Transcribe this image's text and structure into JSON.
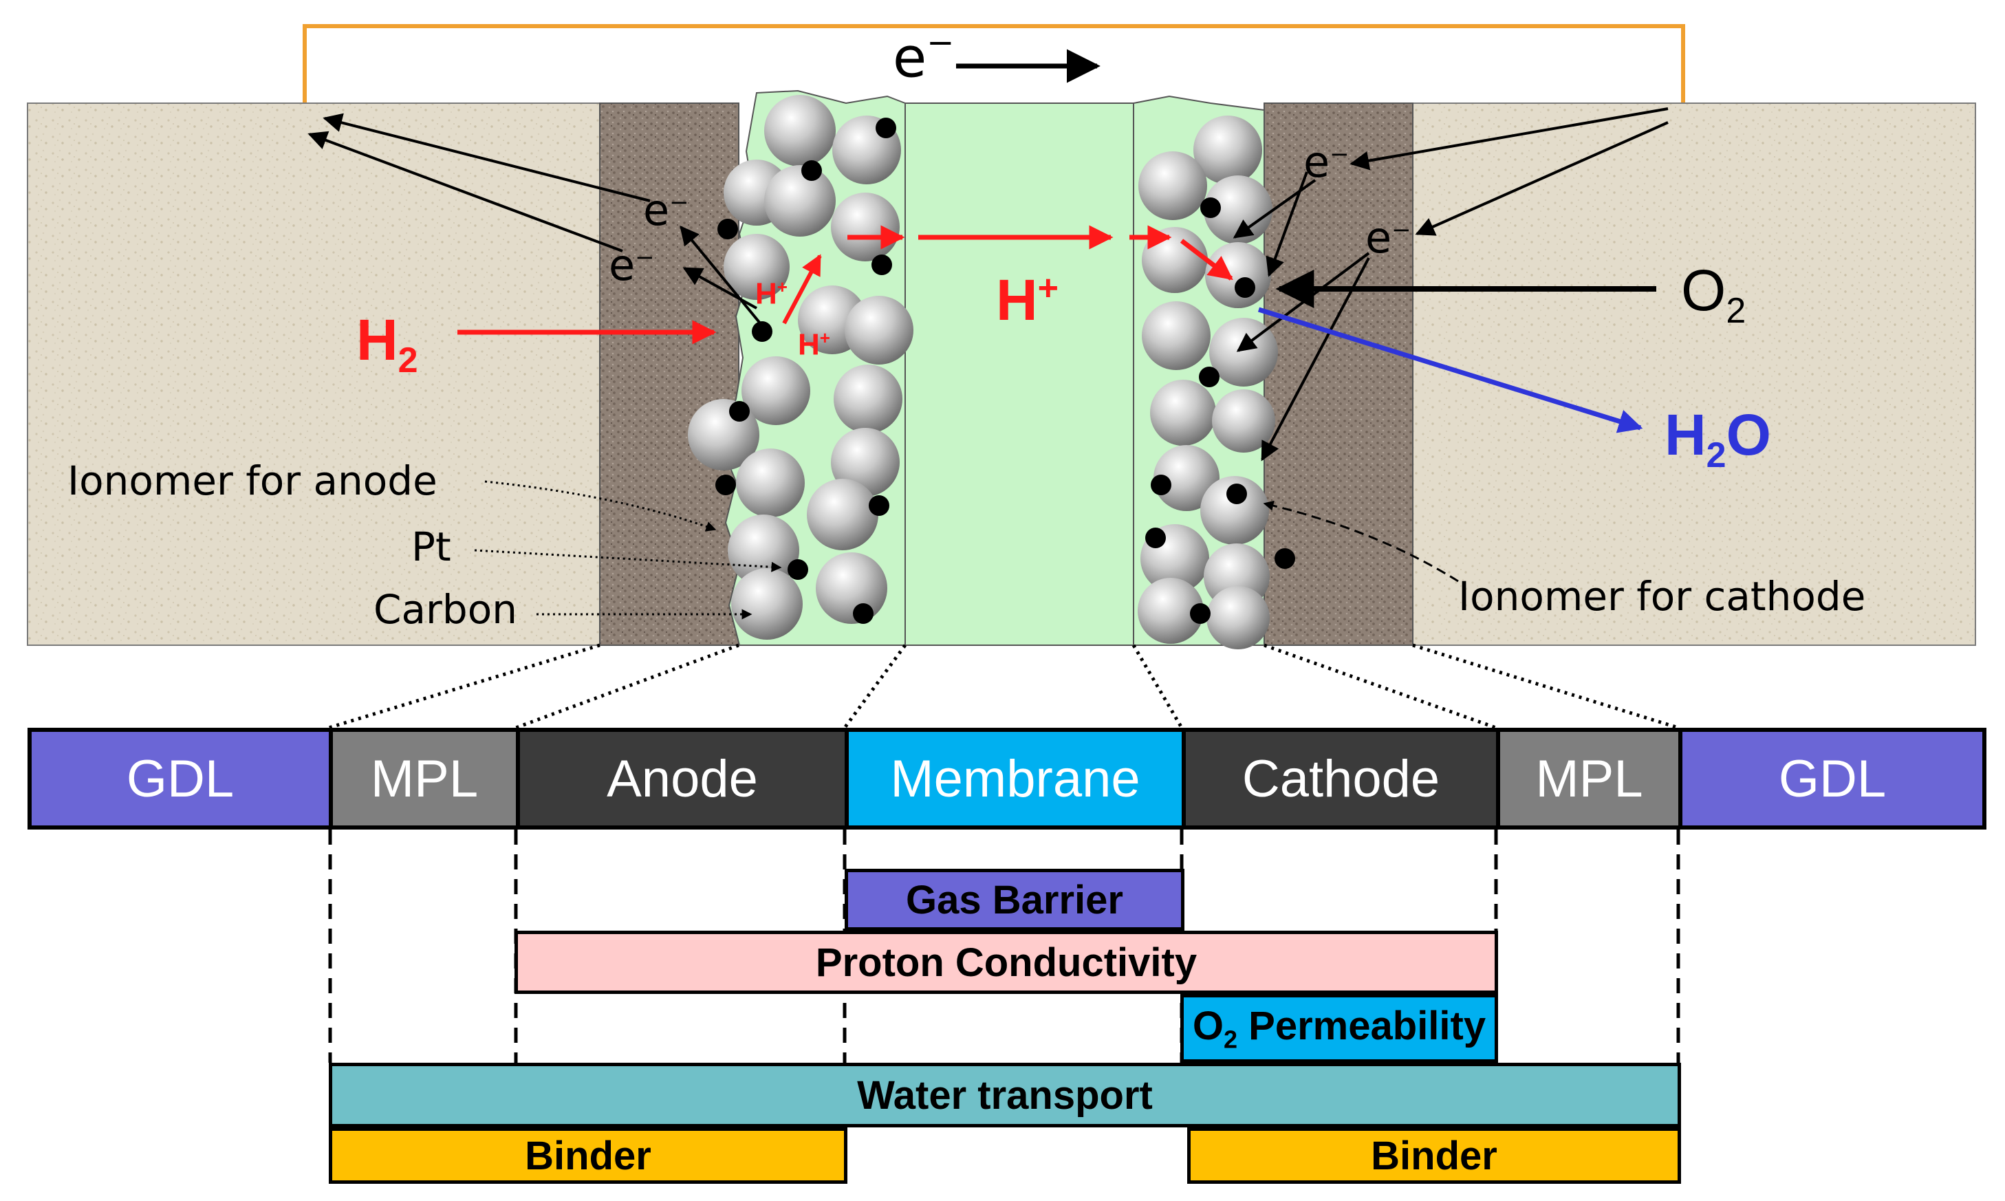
{
  "labels": {
    "electron": "e",
    "electron_sup": "−",
    "h2": "H",
    "h2_sub": "2",
    "hplus": "H",
    "hplus_sup": "+",
    "o2": "O",
    "o2_sub": "2",
    "h2o_h": "H",
    "h2o_sub": "2",
    "h2o_o": "O",
    "ionomer_anode": "Ionomer for anode",
    "pt": "Pt",
    "carbon": "Carbon",
    "ionomer_cathode": "Ionomer for cathode"
  },
  "layers": [
    {
      "label": "GDL",
      "color": "#6b66d6"
    },
    {
      "label": "MPL",
      "color": "#7f7f7f"
    },
    {
      "label": "Anode",
      "color": "#3b3b3b"
    },
    {
      "label": "Membrane",
      "color": "#00b0f0"
    },
    {
      "label": "Cathode",
      "color": "#3b3b3b"
    },
    {
      "label": "MPL",
      "color": "#7f7f7f"
    },
    {
      "label": "GDL",
      "color": "#6b66d6"
    }
  ],
  "properties": {
    "gas_barrier": "Gas Barrier",
    "proton": "Proton Conductivity",
    "o2perm_o": "O",
    "o2perm_sub": "2",
    "o2perm_rest": " Permeability",
    "water": "Water transport",
    "binder_left": "Binder",
    "binder_right": "Binder"
  },
  "colors": {
    "gdl_paper": "#e3dccb",
    "mpl_texture": "#8a7b70",
    "membrane_green": "#c8f5c8",
    "external_wire": "#f0a030",
    "gas_barrier": "#6b66d6",
    "proton": "#ffcccc",
    "o2_permeability": "#00b0f0",
    "water_transport": "#70c0c8",
    "binder": "#ffc000"
  }
}
